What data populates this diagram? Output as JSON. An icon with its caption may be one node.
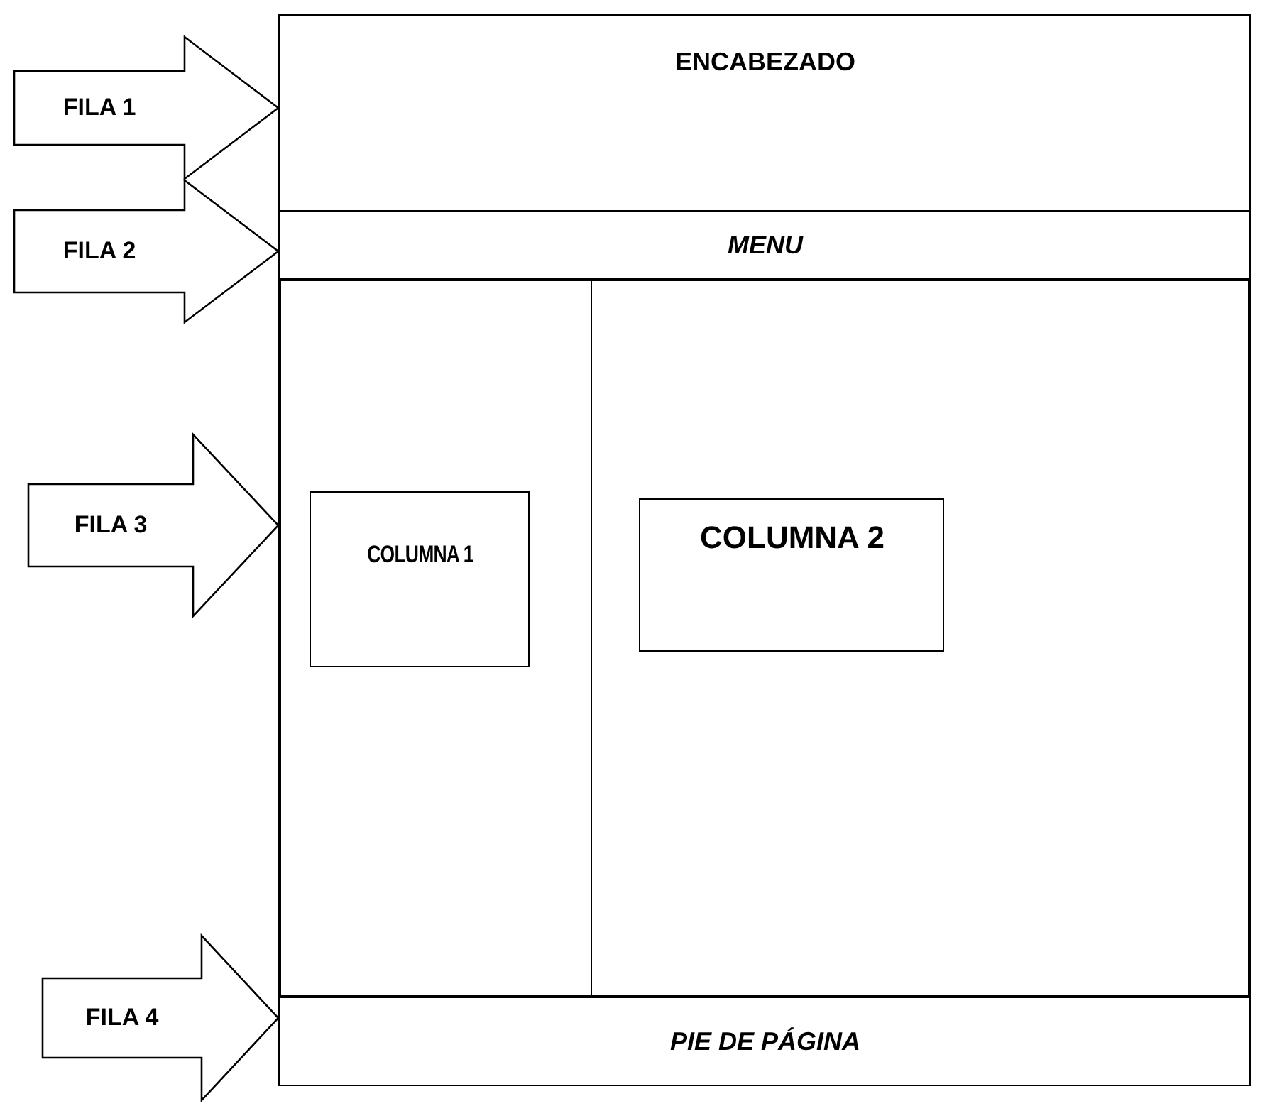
{
  "diagram": {
    "nodes": [
      {
        "text": [
          "ENCABEZADO"
        ]
      },
      {
        "text": [
          "MENU"
        ]
      },
      {
        "text": [],
        "shape": "box"
      },
      {
        "text": [],
        "shape": "box",
        "in": 2
      },
      {
        "text": [
          "COLUMNA 1"
        ],
        "in": 3
      },
      {
        "text": [],
        "shape": "box",
        "in": 2
      },
      {
        "text": [
          "COLUMNA 2"
        ],
        "in": 5
      },
      {
        "text": [
          "PIE DE PÁGINA"
        ]
      }
    ],
    "edges": [
      {
        "from": null,
        "to": 0,
        "arrow": "to",
        "label": "FILA 1"
      },
      {
        "from": null,
        "to": 1,
        "arrow": "to",
        "label": "FILA 2"
      },
      {
        "from": null,
        "to": 2,
        "arrow": "to",
        "label": "FILA 3"
      },
      {
        "from": null,
        "to": 7,
        "arrow": "to",
        "label": "FILA 4"
      }
    ]
  }
}
